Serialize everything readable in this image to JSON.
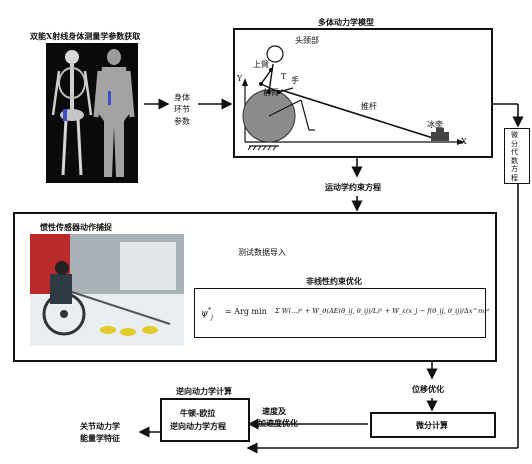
{
  "scan_title": "双能X射线身体测量学参数获取",
  "segment_params": [
    "身体",
    "环节",
    "参数"
  ],
  "model_title": "多体动力学模型",
  "model_labels": {
    "head_neck": "头颈部",
    "upper_arm": "上臂",
    "forearm": "前臂",
    "hand": "手",
    "torso_mark": "T",
    "push_rod": "推杆",
    "stone": "冰壶",
    "axis_x": "X",
    "axis_y": "Y"
  },
  "diff_eq": [
    "微",
    "分",
    "代",
    "数",
    "方",
    "程"
  ],
  "kinematic_constraint": "运动学约束方程",
  "imu_title": "惯性传感器动作捕捉",
  "test_import": "测试数据导入",
  "nonlinear_opt": "非线性约束优化",
  "formula": {
    "lhs": "ψ",
    "lhs_sup": "*",
    "lhs_sub": "j",
    "eq": "= Arg min",
    "terms": "Σ W(...)² + W_θ(AE(θ_ij, θ_ij)/L)² + W_ε(x_j − f(θ_ij, θ_ij)/Δx^m)²"
  },
  "displacement_opt": "位移优化",
  "diff_calc": "微分计算",
  "vel_acc_opt": [
    "速度及",
    "加速度优化"
  ],
  "inverse_title": "逆向动力学计算",
  "newton_euler": [
    "牛顿-欧拉",
    "逆向动力学方程"
  ],
  "joint_features": [
    "关节动力学",
    "能量学特征"
  ]
}
